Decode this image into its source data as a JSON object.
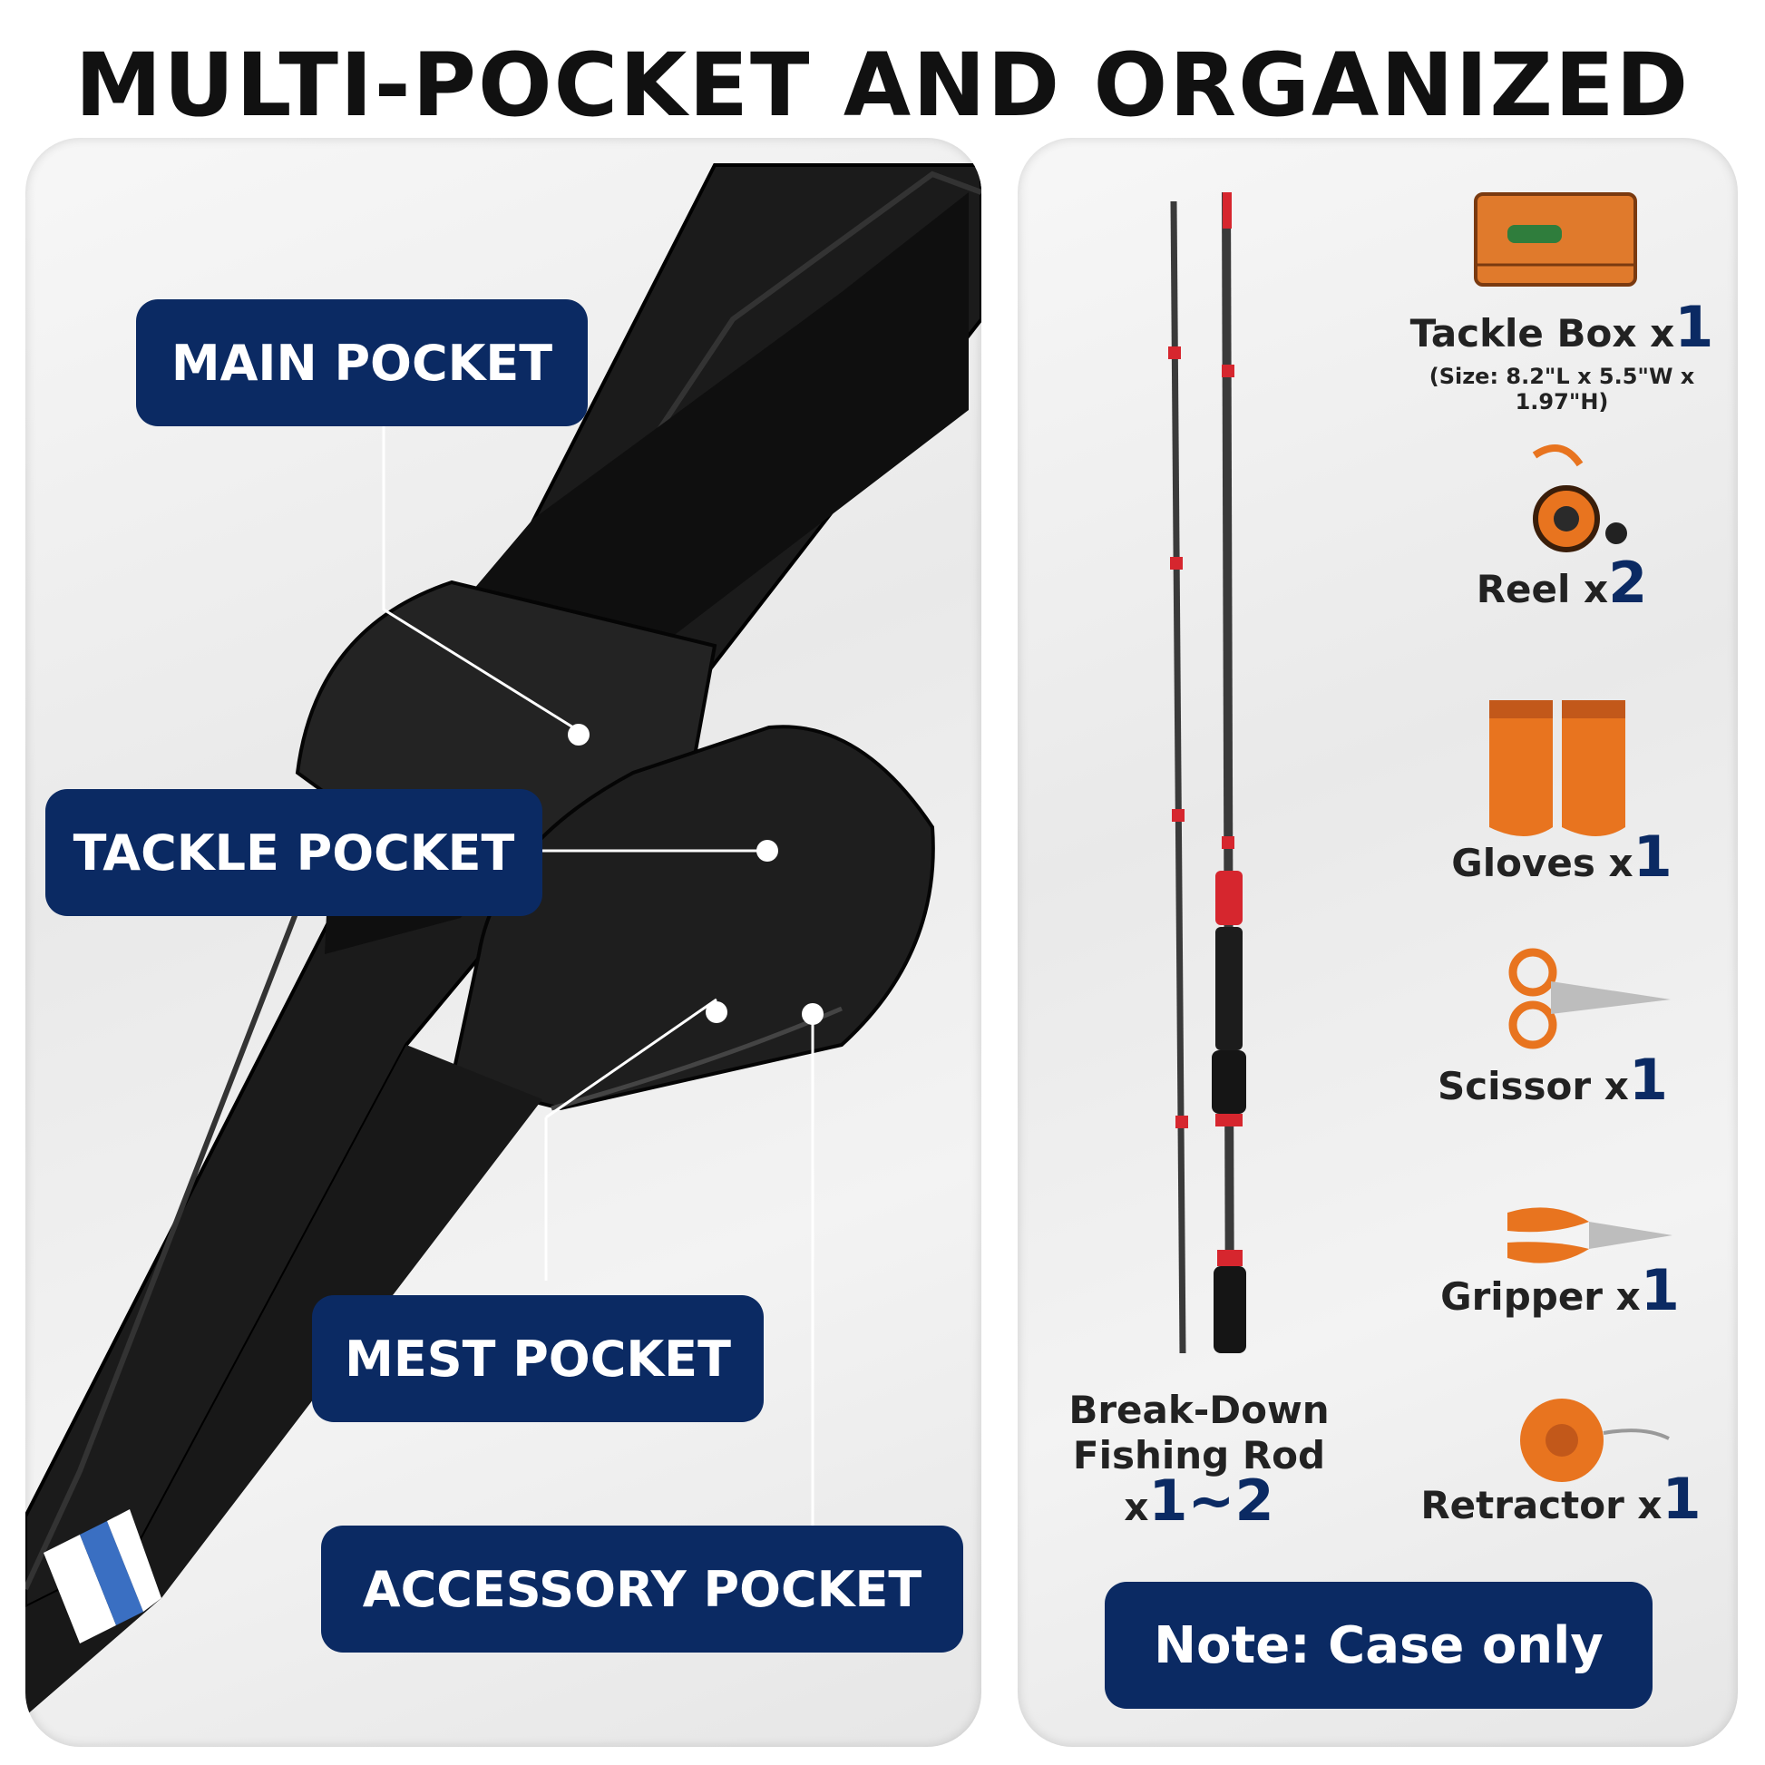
{
  "title": "MULTI-POCKET AND ORGANIZED",
  "pockets": {
    "main": "MAIN POCKET",
    "tackle": "TACKLE POCKET",
    "mest": "MEST POCKET",
    "accessory": "ACCESSORY POCKET"
  },
  "items": [
    {
      "name": "Tackle Box x",
      "count": "1",
      "sub": "(Size: 8.2\"L x 5.5\"W x 1.97\"H)",
      "icon": "tackle-box-icon"
    },
    {
      "name": "Reel x",
      "count": "2",
      "icon": "reel-icon"
    },
    {
      "name": "Gloves x",
      "count": "1",
      "icon": "gloves-icon"
    },
    {
      "name": "Scissor x",
      "count": "1",
      "icon": "scissor-icon"
    },
    {
      "name": "Gripper x",
      "count": "1",
      "icon": "gripper-icon"
    },
    {
      "name": "Retractor x",
      "count": "1",
      "icon": "retractor-icon"
    }
  ],
  "rod": {
    "line1": "Break-Down",
    "line2": "Fishing Rod",
    "prefix": "x",
    "count": "1~2"
  },
  "note": "Note: Case only",
  "colors": {
    "accent": "#0b2a63",
    "orange": "#e8741f",
    "rod_red": "#d6262e"
  }
}
